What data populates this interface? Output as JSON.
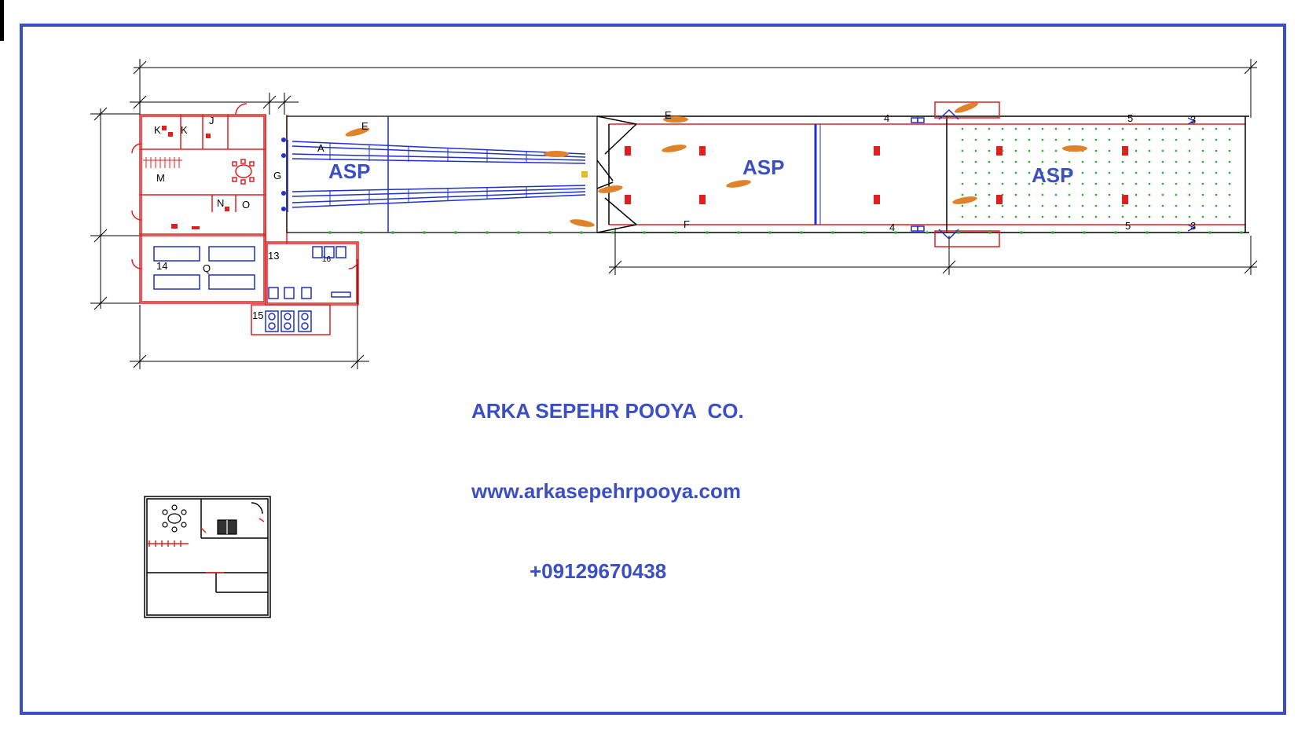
{
  "drawing": {
    "zone_labels": [
      "ASP",
      "ASP",
      "ASP"
    ],
    "room_labels": {
      "k1": "K",
      "k2": "K",
      "j": "J",
      "m": "M",
      "n": "N",
      "o": "O",
      "g": "G",
      "q": "Q",
      "r13": "13",
      "r14": "14",
      "r15": "15",
      "r16": "16",
      "a": "A",
      "e1": "E",
      "e2": "E",
      "f": "F",
      "n4a": "4",
      "n4b": "4",
      "n5a": "5",
      "n5b": "5",
      "n3a": "3",
      "n3b": "3"
    }
  },
  "company": {
    "name": "ARKA SEPEHR POOYA  CO.",
    "website": "www.arkasepehrpooya.com",
    "phone": "+09129670438"
  },
  "colors": {
    "frame": "#3b4fc4",
    "walls": "#e02020",
    "equipment": "#1f2fd0",
    "dimension": "#000000",
    "cars": "#e0822a",
    "dots": "#22b022"
  }
}
